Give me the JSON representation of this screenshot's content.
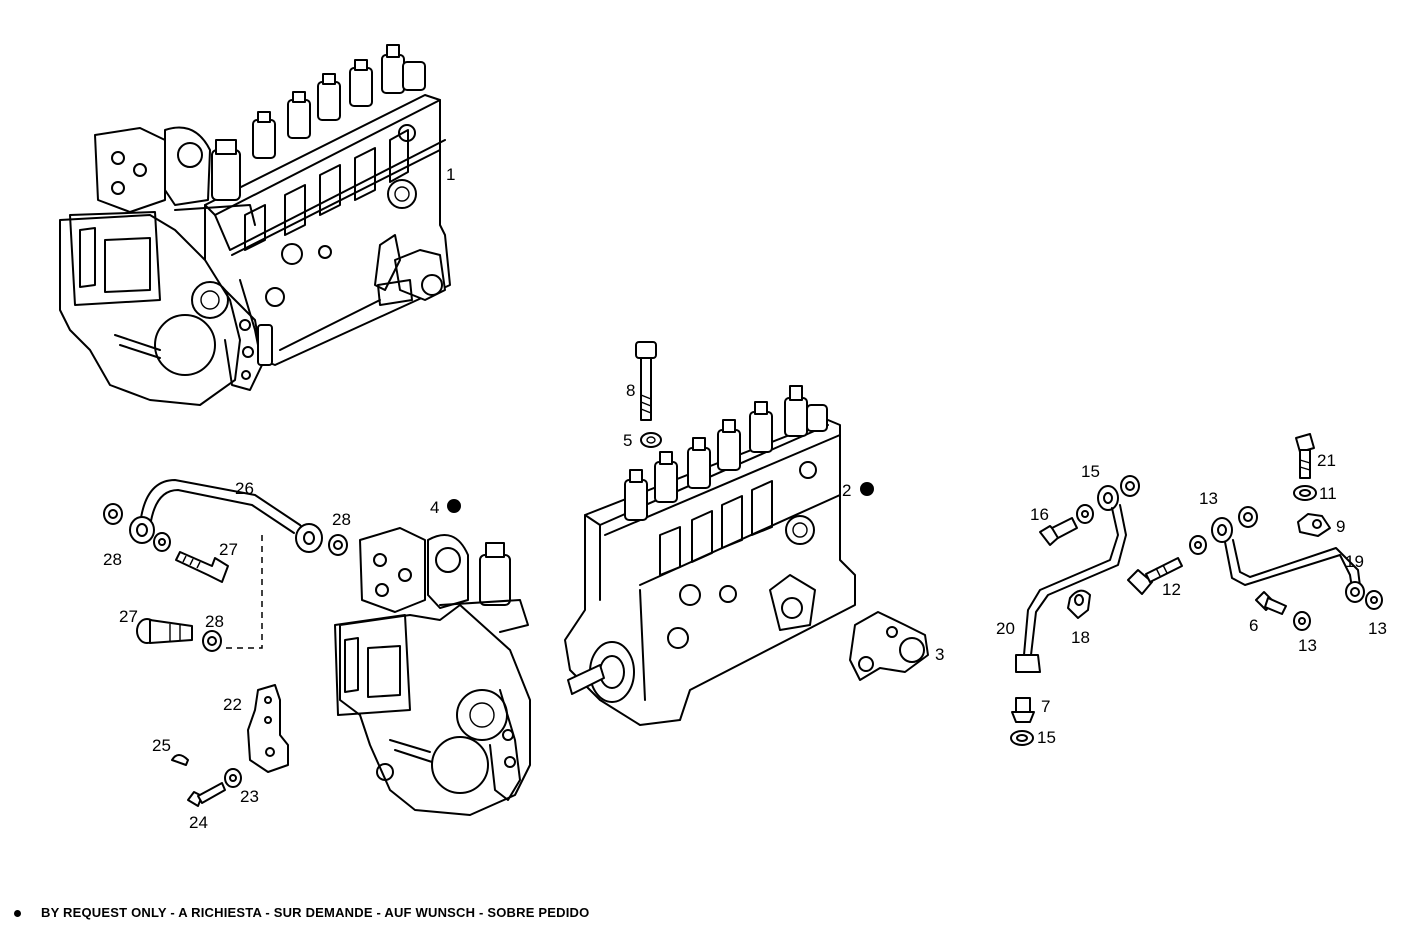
{
  "callouts": {
    "c1": "1",
    "c2": "2",
    "c3": "3",
    "c4": "4",
    "c5": "5",
    "c6": "6",
    "c7": "7",
    "c8": "8",
    "c9": "9",
    "c11": "11",
    "c12": "12",
    "c13a": "13",
    "c13b": "13",
    "c13c": "13",
    "c15a": "15",
    "c15b": "15",
    "c16": "16",
    "c18": "18",
    "c19": "19",
    "c20": "20",
    "c21": "21",
    "c22": "22",
    "c23": "23",
    "c24": "24",
    "c25": "25",
    "c26": "26",
    "c27a": "27",
    "c27b": "27",
    "c28a": "28",
    "c28b": "28",
    "c28c": "28"
  },
  "footnote": {
    "text": "BY REQUEST ONLY - A RICHIESTA - SUR DEMANDE - AUF WUNSCH - SOBRE PEDIDO"
  },
  "colors": {
    "ink": "#000000",
    "paper": "#ffffff"
  }
}
